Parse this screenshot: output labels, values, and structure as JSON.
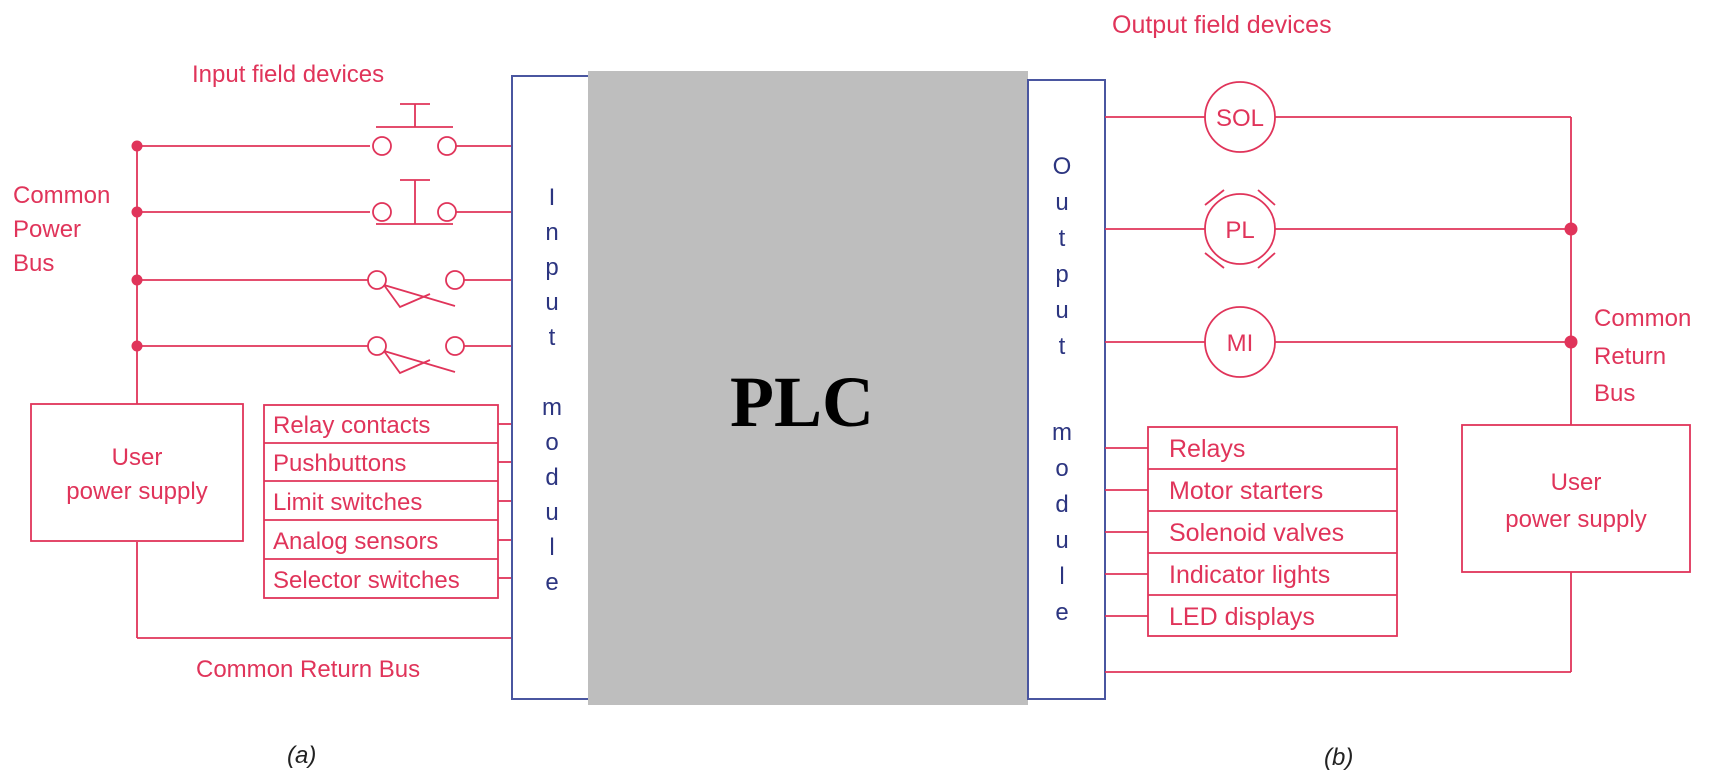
{
  "colors": {
    "wire": "#e0345a",
    "module_border": "#4a56a0",
    "module_text": "#2c3580",
    "plc_fill": "#bebebe"
  },
  "input_side": {
    "title": "Input field devices",
    "bus_label": [
      "Common",
      "Power",
      "Bus"
    ],
    "power_supply": [
      "User",
      "power supply"
    ],
    "device_list": [
      "Relay contacts",
      "Pushbuttons",
      "Limit switches",
      "Analog sensors",
      "Selector switches"
    ],
    "return_bus": "Common Return Bus",
    "module_letters": [
      "I",
      "n",
      "p",
      "u",
      "t",
      "m",
      "o",
      "d",
      "u",
      "l",
      "e"
    ],
    "caption": "(a)"
  },
  "plc_label": "PLC",
  "output_side": {
    "title": "Output field devices",
    "loads": [
      "SOL",
      "PL",
      "MI"
    ],
    "bus_label": [
      "Common",
      "Return",
      "Bus"
    ],
    "power_supply": [
      "User",
      "power supply"
    ],
    "device_list": [
      "Relays",
      "Motor starters",
      "Solenoid valves",
      "Indicator lights",
      "LED displays"
    ],
    "module_letters": [
      "O",
      "u",
      "t",
      "p",
      "u",
      "t",
      "m",
      "o",
      "d",
      "u",
      "l",
      "e"
    ],
    "caption": "(b)"
  }
}
